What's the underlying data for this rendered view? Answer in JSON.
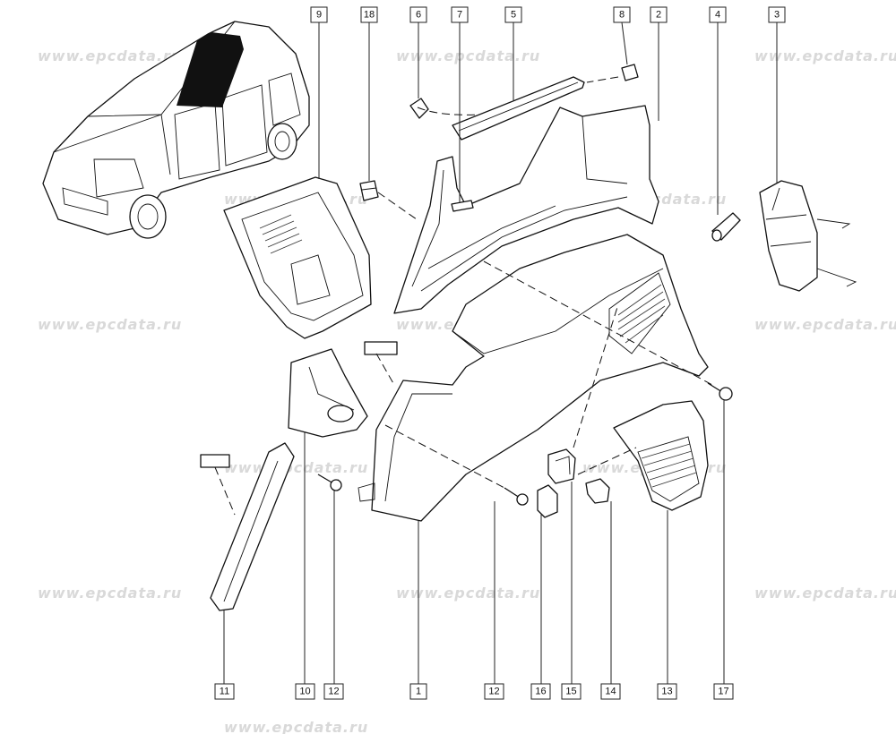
{
  "watermark": {
    "text": "www.epcdata.ru"
  },
  "callouts": [
    {
      "id": "c9",
      "label": "9"
    },
    {
      "id": "c18",
      "label": "18"
    },
    {
      "id": "c6",
      "label": "6"
    },
    {
      "id": "c7",
      "label": "7"
    },
    {
      "id": "c5",
      "label": "5"
    },
    {
      "id": "c8",
      "label": "8"
    },
    {
      "id": "c2",
      "label": "2"
    },
    {
      "id": "c4",
      "label": "4"
    },
    {
      "id": "c3",
      "label": "3"
    },
    {
      "id": "c11",
      "label": "11"
    },
    {
      "id": "c10",
      "label": "10"
    },
    {
      "id": "c12a",
      "label": "12"
    },
    {
      "id": "c1",
      "label": "1"
    },
    {
      "id": "c12b",
      "label": "12"
    },
    {
      "id": "c16",
      "label": "16"
    },
    {
      "id": "c15",
      "label": "15"
    },
    {
      "id": "c14",
      "label": "14"
    },
    {
      "id": "c13",
      "label": "13"
    },
    {
      "id": "c17",
      "label": "17"
    }
  ],
  "colors": {
    "ink": "#111111",
    "watermark": "#d9d9d9",
    "highlight": "#111111"
  }
}
